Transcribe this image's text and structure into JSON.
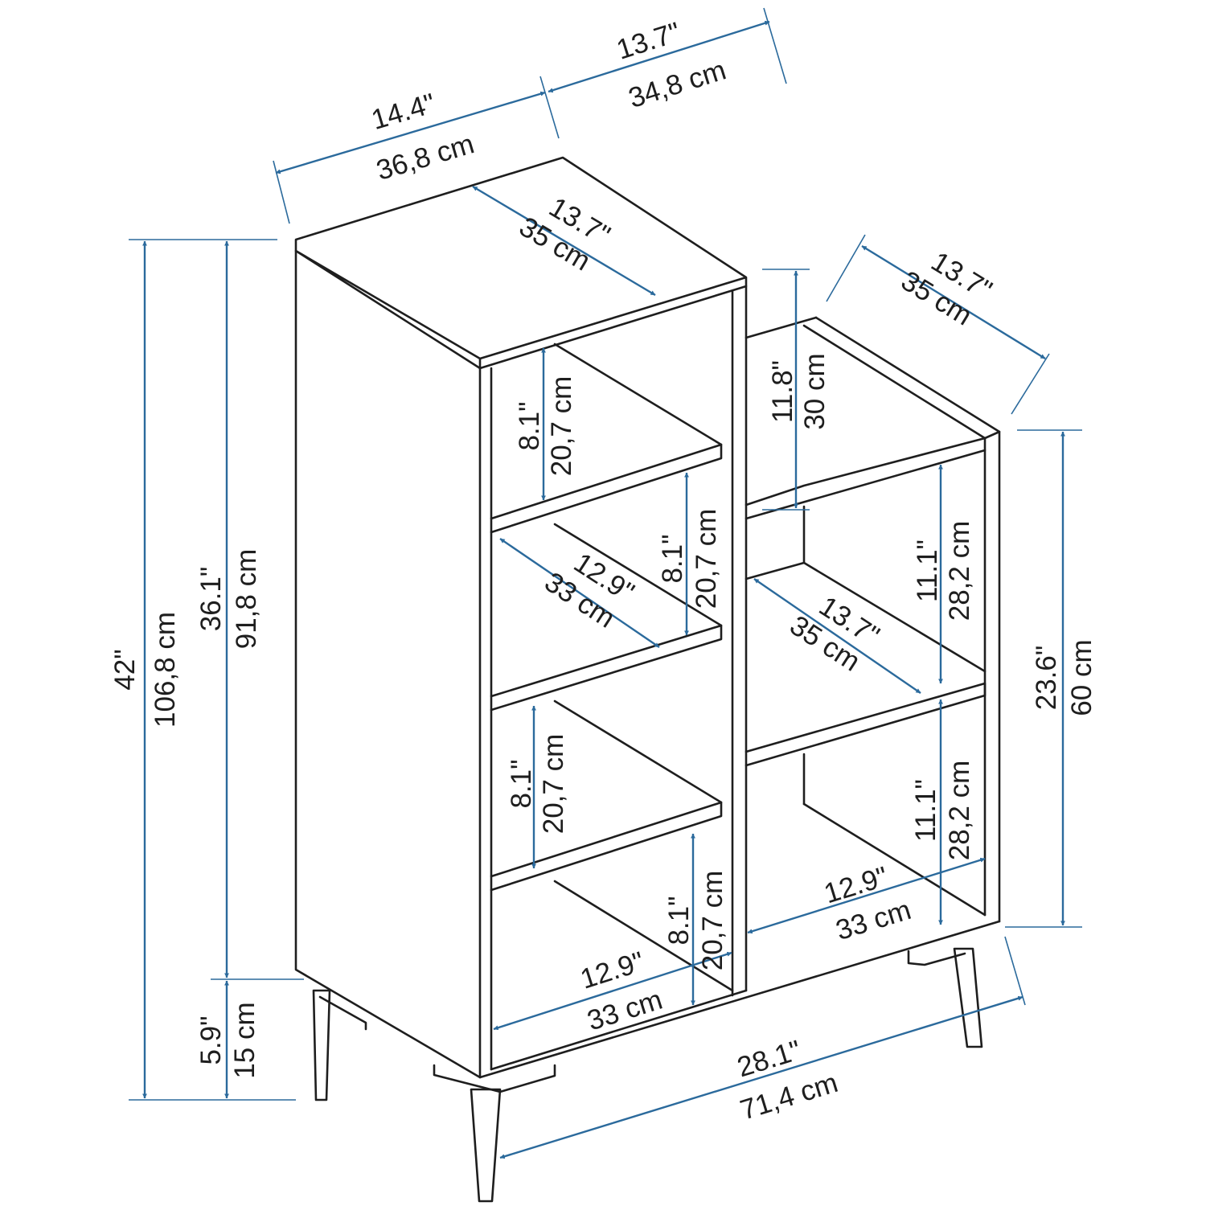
{
  "colors": {
    "dimension": "#2b6a9c",
    "outline": "#1e1e1e",
    "background": "#ffffff"
  },
  "dimensions": {
    "top_width": {
      "in": "14.4\"",
      "cm": "36,8 cm"
    },
    "top_depth": {
      "in": "13.7\"",
      "cm": "34,8 cm"
    },
    "top_surface": {
      "in": "13.7\"",
      "cm": "35 cm"
    },
    "right_depth": {
      "in": "13.7\"",
      "cm": "35 cm"
    },
    "total_height": {
      "in": "42\"",
      "cm": "106,8 cm"
    },
    "body_height": {
      "in": "36.1\"",
      "cm": "91,8 cm"
    },
    "leg_height": {
      "in": "5.9\"",
      "cm": "15 cm"
    },
    "right_height": {
      "in": "23.6\"",
      "cm": "60 cm"
    },
    "top_gap": {
      "in": "11.8\"",
      "cm": "30 cm"
    },
    "left_shelf_1": {
      "in": "8.1\"",
      "cm": "20,7 cm"
    },
    "left_shelf_2": {
      "in": "8.1\"",
      "cm": "20,7 cm"
    },
    "left_shelf_3": {
      "in": "8.1\"",
      "cm": "20,7 cm"
    },
    "left_shelf_4": {
      "in": "8.1\"",
      "cm": "20,7 cm"
    },
    "left_shelf_depth": {
      "in": "12.9\"",
      "cm": "33 cm"
    },
    "left_bottom_width": {
      "in": "12.9\"",
      "cm": "33 cm"
    },
    "right_shelf_1": {
      "in": "11.1\"",
      "cm": "28,2 cm"
    },
    "right_shelf_2": {
      "in": "11.1\"",
      "cm": "28,2 cm"
    },
    "right_shelf_depth": {
      "in": "13.7\"",
      "cm": "35 cm"
    },
    "right_bottom_width": {
      "in": "12.9\"",
      "cm": "33 cm"
    },
    "total_width": {
      "in": "28.1\"",
      "cm": "71,4 cm"
    }
  }
}
